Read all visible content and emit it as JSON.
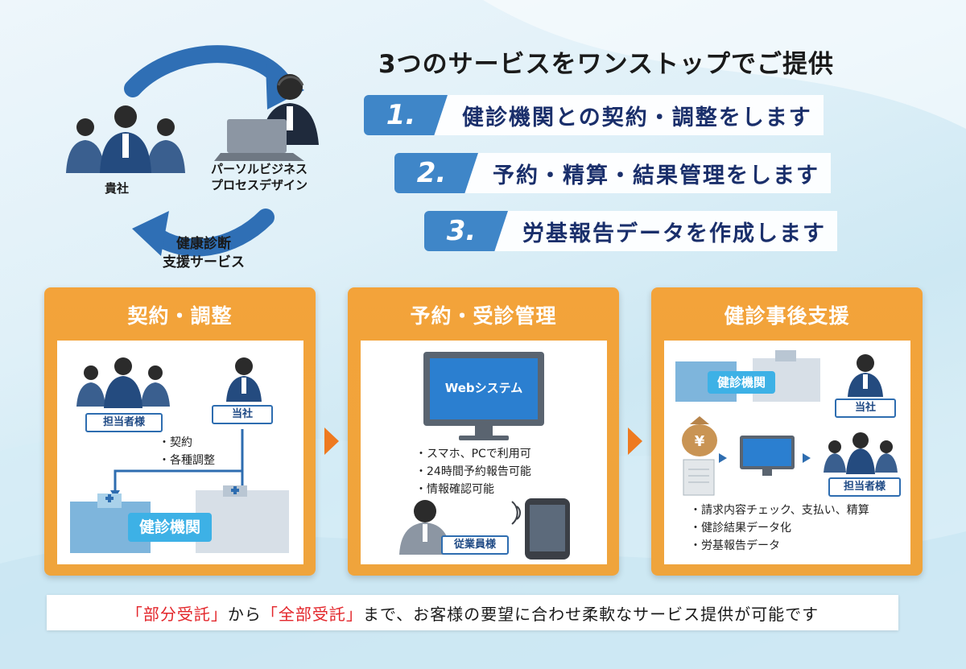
{
  "cycle": {
    "left_label": "貴社",
    "right_label_line1": "パーソルビジネス",
    "right_label_line2": "プロセスデザイン",
    "bottom_label_line1": "健康診断",
    "bottom_label_line2": "支援サービス"
  },
  "headline": "3つのサービスをワンストップでご提供",
  "steps": [
    {
      "num": "1.",
      "text": "健診機関との契約・調整をします"
    },
    {
      "num": "2.",
      "text": "予約・精算・結果管理をします"
    },
    {
      "num": "3.",
      "text": "労基報告データを作成します"
    }
  ],
  "panels": [
    {
      "title": "契約・調整",
      "tag_left": "担当者様",
      "tag_right": "当社",
      "bullets": [
        "・契約",
        "・各種調整"
      ],
      "facility": "健診機関"
    },
    {
      "title": "予約・受診管理",
      "screen": "Webシステム",
      "bullets": [
        "・スマホ、PCで利用可",
        "・24時間予約報告可能",
        "・情報確認可能"
      ],
      "tag": "従業員様"
    },
    {
      "title": "健診事後支援",
      "facility": "健診機関",
      "tag_company": "当社",
      "tag_staff": "担当者様",
      "bullets": [
        "・請求内容チェック、支払い、精算",
        "・健診結果データ化",
        "・労基報告データ"
      ]
    }
  ],
  "footer": {
    "part1": "「部分受託」",
    "part2": "から",
    "part3": "「全部受託」",
    "part4": "まで、お客様の要望に合わせ柔軟なサービス提供が可能です"
  },
  "colors": {
    "orange": "#f3a33a",
    "step_blue": "#3f86c8",
    "navy_text": "#1a2f6b",
    "accent_red": "#e3262b",
    "arrow_orange": "#ee7a20"
  }
}
